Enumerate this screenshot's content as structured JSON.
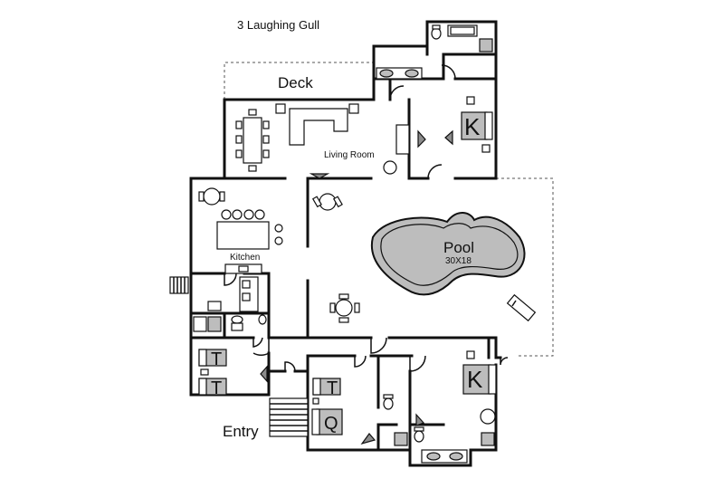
{
  "title": "3 Laughing Gull",
  "rooms": {
    "deck": "Deck",
    "living_room": "Living Room",
    "kitchen": "Kitchen",
    "pool": "Pool",
    "pool_size": "30X18",
    "entry": "Entry"
  },
  "beds": {
    "king_main": "K",
    "king_lower": "K",
    "twin_1": "T",
    "twin_2": "T",
    "twin_3": "T",
    "queen": "Q"
  }
}
